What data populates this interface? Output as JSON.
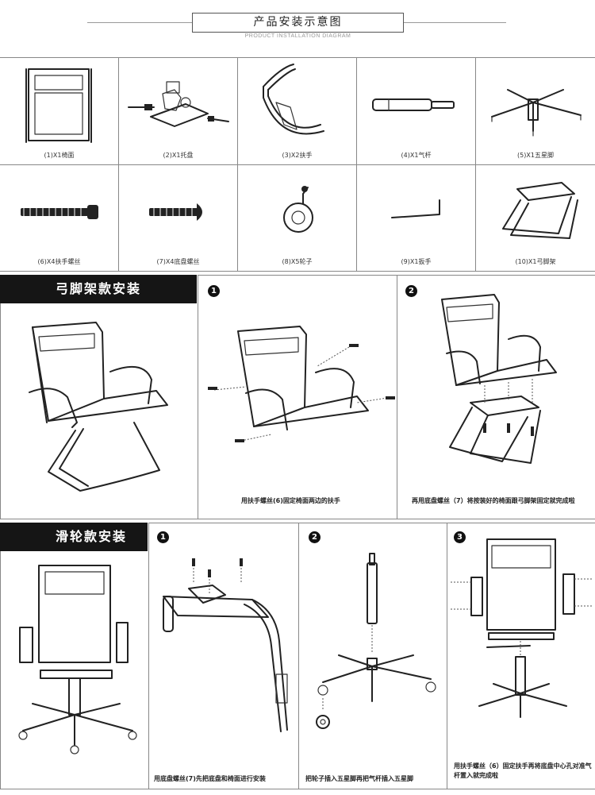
{
  "header": {
    "title": "产品安装示意图",
    "subtitle": "PRODUCT INSTALLATION DIAGRAM"
  },
  "parts": [
    {
      "label": "(1)X1椅面",
      "icon": "seat-back-icon"
    },
    {
      "label": "(2)X1托盘",
      "icon": "tilt-mechanism-icon"
    },
    {
      "label": "(3)X2扶手",
      "icon": "armrest-icon"
    },
    {
      "label": "(4)X1气杆",
      "icon": "gas-lift-icon"
    },
    {
      "label": "(5)X1五星脚",
      "icon": "five-star-base-icon"
    },
    {
      "label": "(6)X4扶手螺丝",
      "icon": "armrest-screw-icon"
    },
    {
      "label": "(7)X4底盘螺丝",
      "icon": "chassis-screw-icon"
    },
    {
      "label": "(8)X5轮子",
      "icon": "caster-wheel-icon"
    },
    {
      "label": "(9)X1扳手",
      "icon": "hex-wrench-icon"
    },
    {
      "label": "(10)X1弓脚架",
      "icon": "bow-frame-icon"
    }
  ],
  "bow_section": {
    "heading": "弓脚架款安装",
    "steps": [
      {
        "num": "1",
        "text": "用扶手螺丝(6)固定椅面两边的扶手"
      },
      {
        "num": "2",
        "text": "再用底盘螺丝（7）将按装好的椅面跟弓脚架固定就完成啦"
      }
    ]
  },
  "wheel_section": {
    "heading": "滑轮款安装",
    "steps": [
      {
        "num": "1",
        "text": "用底盘螺丝(7)先把底盘和椅面进行安装"
      },
      {
        "num": "2",
        "text": "把轮子插入五星脚再把气杆插入五星脚"
      },
      {
        "num": "3",
        "text": "用扶手螺丝（6）固定扶手再将底盘中心孔对准气杆置入就完成啦"
      }
    ]
  }
}
